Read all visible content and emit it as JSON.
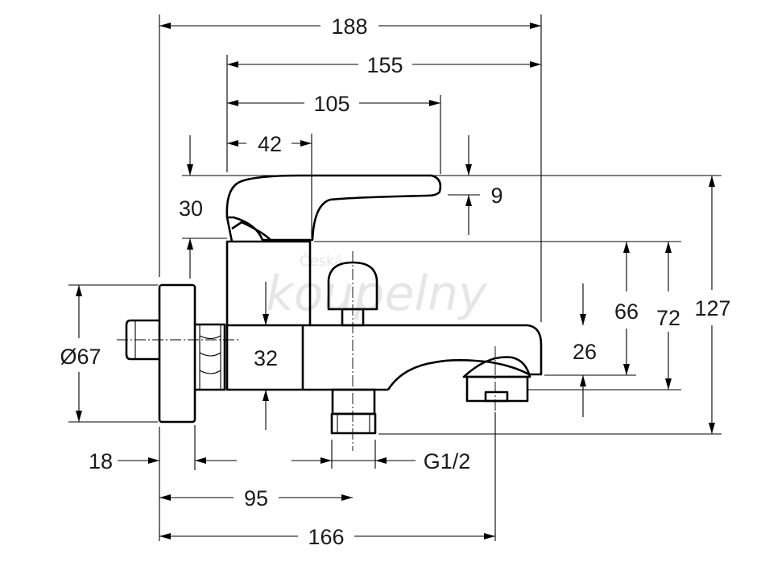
{
  "watermark": {
    "line1": "Česká",
    "line2": "koupelny"
  },
  "dimensions": {
    "d188": "188",
    "d155": "155",
    "d105": "105",
    "d42": "42",
    "d30": "30",
    "d9": "9",
    "d67": "Ø67",
    "d32": "32",
    "d66": "66",
    "d72": "72",
    "d127": "127",
    "d26": "26",
    "d18": "18",
    "g12": "G1/2",
    "d95": "95",
    "d166": "166"
  }
}
